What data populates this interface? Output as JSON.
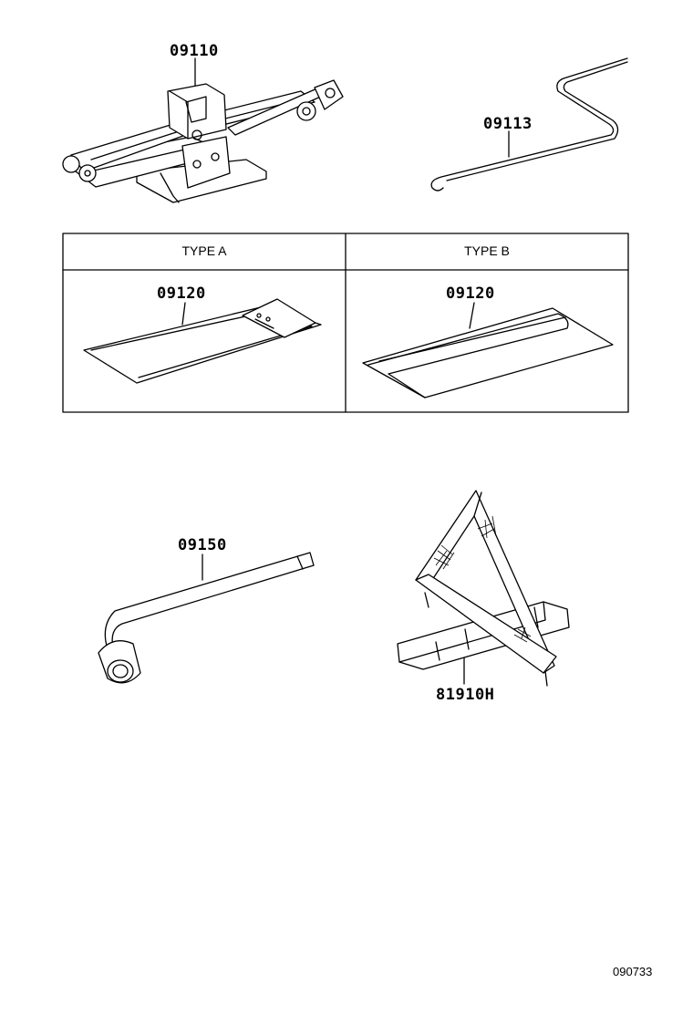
{
  "diagram": {
    "parts": [
      {
        "id": "jack",
        "number": "09110"
      },
      {
        "id": "jack-handle",
        "number": "09113"
      },
      {
        "id": "tool-bag-type-a",
        "number": "09120"
      },
      {
        "id": "tool-bag-type-b",
        "number": "09120"
      },
      {
        "id": "wheel-wrench",
        "number": "09150"
      },
      {
        "id": "warning-triangle",
        "number": "81910H"
      }
    ],
    "table": {
      "headers": [
        "TYPE A",
        "TYPE B"
      ]
    },
    "diagram_id": "090733"
  }
}
